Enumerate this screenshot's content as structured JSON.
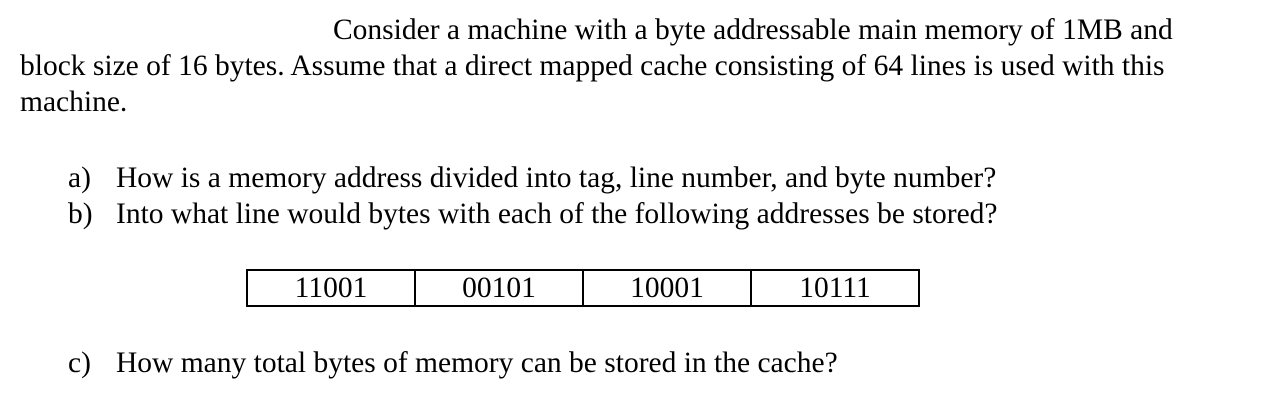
{
  "intro": "Consider a machine with a byte addressable main memory of 1MB and block size of 16 bytes. Assume that a direct mapped cache consisting of 64 lines is used with this machine.",
  "questions": [
    {
      "letter": "a)",
      "text": "How is a memory address divided into tag, line number, and byte number?"
    },
    {
      "letter": "b)",
      "text": "Into what line would bytes with each of the following addresses be stored?"
    },
    {
      "letter": "c)",
      "text": "How many total bytes of memory can be stored in the cache?"
    }
  ],
  "addresses": [
    "11001",
    "00101",
    "10001",
    "10111"
  ]
}
